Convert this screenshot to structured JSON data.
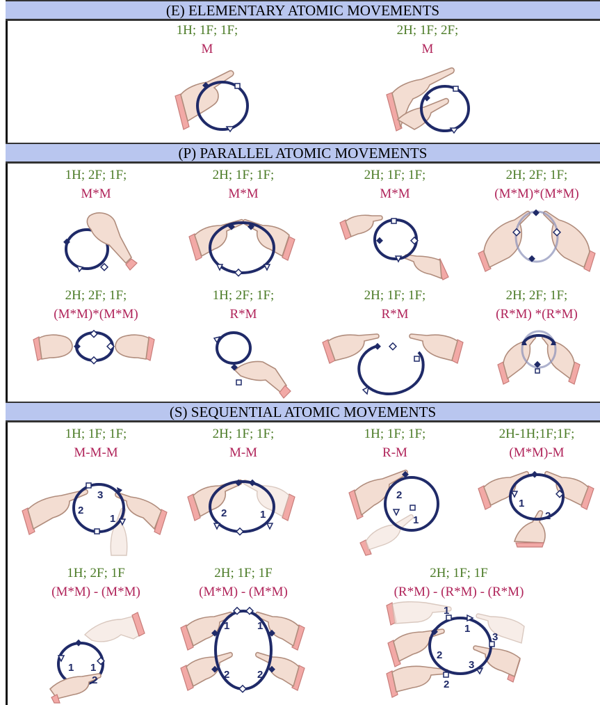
{
  "sections": [
    {
      "title": "(E) ELEMENTARY ATOMIC MOVEMENTS",
      "items": [
        {
          "code": "1H; 1F; 1F;",
          "formula": "M"
        },
        {
          "code": "2H; 1F; 2F;",
          "formula": "M"
        }
      ]
    },
    {
      "title": "(P) PARALLEL ATOMIC MOVEMENTS",
      "items": [
        {
          "code": "1H; 2F; 1F;",
          "formula": "M*M"
        },
        {
          "code": "2H; 1F; 1F;",
          "formula": "M*M"
        },
        {
          "code": "2H; 1F; 1F;",
          "formula": "M*M"
        },
        {
          "code": "2H; 2F; 1F;",
          "formula": "(M*M)*(M*M)"
        },
        {
          "code": "2H; 2F; 1F;",
          "formula": "(M*M)*(M*M)"
        },
        {
          "code": "1H; 2F; 1F;",
          "formula": "R*M"
        },
        {
          "code": "2H; 1F; 1F;",
          "formula": "R*M"
        },
        {
          "code": "2H; 2F; 1F;",
          "formula": "(R*M) *(R*M)"
        }
      ]
    },
    {
      "title": "(S) SEQUENTIAL ATOMIC MOVEMENTS",
      "items": [
        {
          "code": "1H; 1F; 1F;",
          "formula": "M-M-M"
        },
        {
          "code": "2H; 1F; 1F;",
          "formula": "M-M"
        },
        {
          "code": "1H; 1F; 1F;",
          "formula": "R-M"
        },
        {
          "code": "2H-1H;1F;1F;",
          "formula": "(M*M)-M"
        },
        {
          "code": "1H; 2F; 1F",
          "formula": "(M*M) - (M*M)"
        },
        {
          "code": "2H; 1F; 1F",
          "formula": "(M*M) - (M*M)"
        },
        {
          "code": "2H; 1F; 1F",
          "formula": "(R*M) - (R*M) - (R*M)"
        }
      ]
    }
  ],
  "step_labels": {
    "one": "1",
    "two": "2",
    "three": "3"
  }
}
